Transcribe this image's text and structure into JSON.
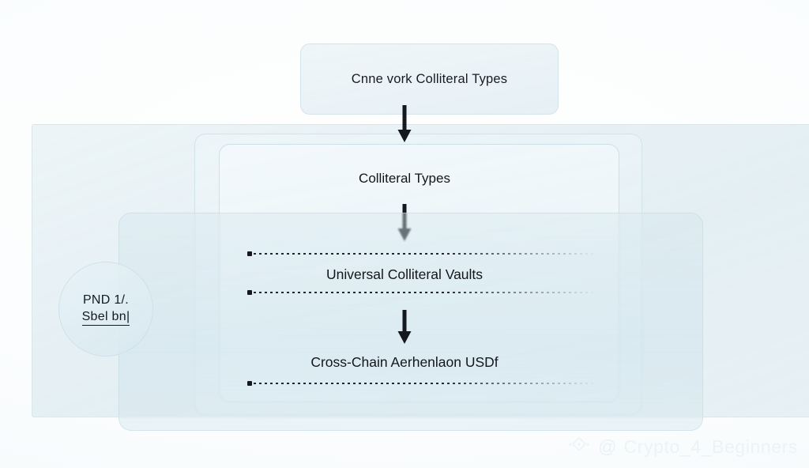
{
  "diagram": {
    "top_card": {
      "label": "Cnne vork Colliteral Types"
    },
    "nodes": [
      {
        "id": "collateral-types",
        "label": "Colliteral Types"
      },
      {
        "id": "universal-vaults",
        "label": "Universal Colliteral Vaults"
      },
      {
        "id": "cross-chain",
        "label": "Cross-Chain Aerhenlaon USDf"
      }
    ],
    "badge": {
      "line1": "PND 1/.",
      "line2": "Sbel bn|"
    },
    "arrows": [
      {
        "id": "arrow-top",
        "icon": "arrow-down-icon"
      },
      {
        "id": "arrow-middle",
        "icon": "arrow-down-icon"
      },
      {
        "id": "arrow-bottom",
        "icon": "arrow-down-icon"
      }
    ],
    "dividers": [
      {
        "id": "divider-1"
      },
      {
        "id": "divider-2"
      },
      {
        "id": "divider-3"
      }
    ]
  },
  "watermark": {
    "logo": "binance-diamond-icon",
    "at_symbol": "@",
    "handle": "Crypto_4_Beginners"
  },
  "colors": {
    "background": "#ffffff",
    "panel_fill": "#e7f1f5",
    "panel_border": "#cddfe7",
    "text": "#14181e",
    "arrow": "#14181e",
    "watermark": "#e3edf2"
  }
}
